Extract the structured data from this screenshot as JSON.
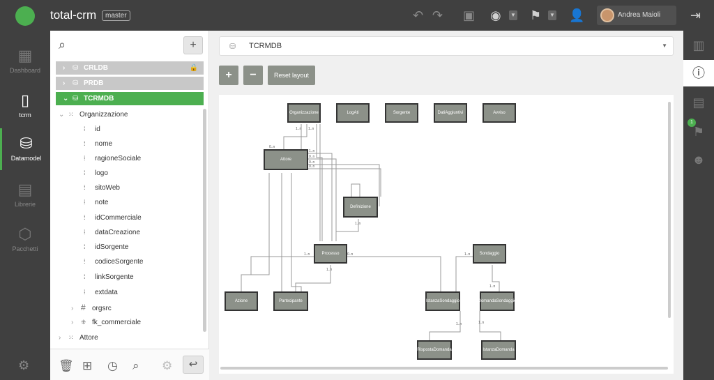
{
  "topbar": {
    "app_title": "total-crm",
    "branch": "master",
    "icons": [
      "undo-icon",
      "redo-icon",
      "save-icon",
      "eye-icon",
      "signpost-icon",
      "add-user-icon",
      "exit-icon"
    ],
    "user_name": "Andrea Maioli"
  },
  "nav": {
    "items": [
      {
        "label": "Dashboard",
        "icon": "dashboard-icon"
      },
      {
        "label": "tcrm",
        "icon": "phone-icon"
      },
      {
        "label": "Datamodel",
        "icon": "database-icon"
      },
      {
        "label": "Librerie",
        "icon": "book-icon"
      },
      {
        "label": "Pacchetti",
        "icon": "package-icon"
      }
    ],
    "active_index": 2
  },
  "tree": {
    "databases": [
      {
        "label": "CRLDB",
        "locked": true
      },
      {
        "label": "PRDB",
        "locked": false
      },
      {
        "label": "TCRMDB",
        "locked": false,
        "active": true
      }
    ],
    "root_entity": "Organizzazione",
    "fields": [
      "id",
      "nome",
      "ragioneSociale",
      "logo",
      "sitoWeb",
      "note",
      "idCommerciale",
      "dataCreazione",
      "idSorgente",
      "codiceSorgente",
      "linkSorgente",
      "extdata"
    ],
    "subgroups": [
      "orgsrc",
      "fk_commerciale"
    ],
    "next_entity": "Attore",
    "add_symbol": "+"
  },
  "main": {
    "selected_db": "TCRMDB",
    "zoom_in": "+",
    "zoom_out": "−",
    "reset_layout": "Reset layout",
    "diagram": {
      "nodes": [
        {
          "id": "organizzazione",
          "label": "Organizzazione"
        },
        {
          "id": "logati",
          "label": "LogAti"
        },
        {
          "id": "sorgente",
          "label": "Sorgente"
        },
        {
          "id": "datiaggiuntivi",
          "label": "DatiAggiuntivi"
        },
        {
          "id": "avviso",
          "label": "Avviso"
        },
        {
          "id": "attore",
          "label": "Attore"
        },
        {
          "id": "definizione",
          "label": "Definizione"
        },
        {
          "id": "processo",
          "label": "Processo"
        },
        {
          "id": "sondaggio",
          "label": "Sondaggio"
        },
        {
          "id": "azione",
          "label": "Azione"
        },
        {
          "id": "partecipante",
          "label": "Partecipante"
        },
        {
          "id": "istanzasondaggio",
          "label": "IstanzaSondaggio"
        },
        {
          "id": "domandasondaggio",
          "label": "DomandaSondaggio"
        },
        {
          "id": "rispostadomanda",
          "label": "RispostaDomanda"
        },
        {
          "id": "istanzadomanda",
          "label": "IstanzaDomanda"
        }
      ],
      "labels": [
        "1..n",
        "0..n"
      ]
    }
  },
  "rightbar": {
    "icons": [
      "book-open-icon",
      "info-icon",
      "notes-icon",
      "flag-icon",
      "robot-icon"
    ],
    "active_index": 1,
    "badge": "1"
  }
}
